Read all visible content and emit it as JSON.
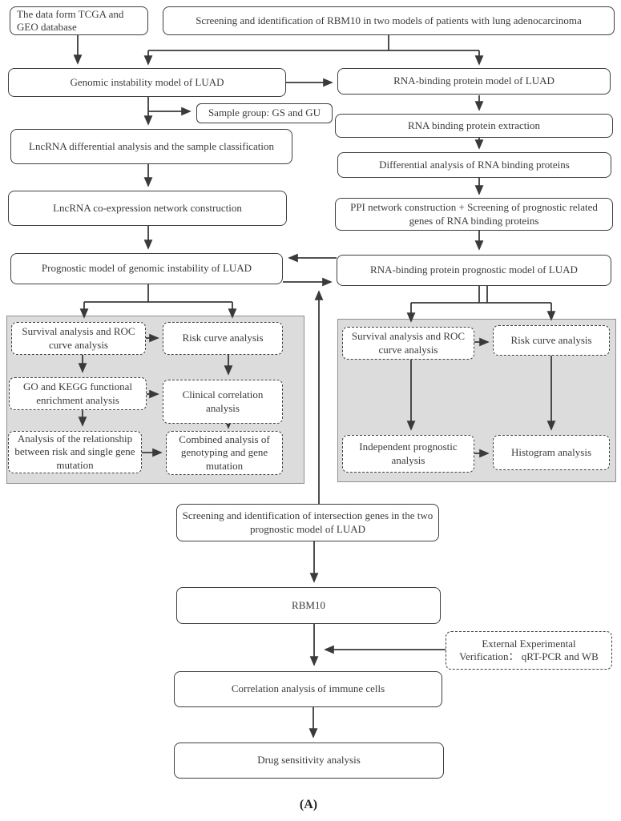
{
  "caption": "(A)",
  "nodes": {
    "tcga": "The data form TCGA and GEO database",
    "header": "Screening and identification of RBM10 in two models of patients with lung adenocarcinoma",
    "genomic_model": "Genomic instability model of LUAD",
    "rbp_model": "RNA-binding protein model of LUAD",
    "sample_group": "Sample group: GS and GU",
    "lnc_diff": "LncRNA differential analysis and the sample classification",
    "lnc_coexp": "LncRNA co-expression network construction",
    "rbp_extract": "RNA binding protein extraction",
    "rbp_diff": "Differential analysis of RNA binding proteins",
    "ppi": "PPI network construction + Screening of prognostic related genes of RNA binding proteins",
    "prog_genomic": "Prognostic model of genomic instability of LUAD",
    "prog_rbp": "RNA-binding protein prognostic model of LUAD",
    "left_panel": {
      "survival_roc": "Survival analysis and ROC curve analysis",
      "risk_curve": "Risk curve analysis",
      "go_kegg": "GO and KEGG functional enrichment analysis",
      "clinical_corr": "Clinical correlation analysis",
      "risk_mutation": "Analysis of the relationship between risk and single gene mutation",
      "combined": "Combined analysis of genotyping and gene mutation"
    },
    "right_panel": {
      "survival_roc": "Survival analysis and ROC curve analysis",
      "risk_curve": "Risk curve analysis",
      "independent": "Independent prognostic analysis",
      "histogram": "Histogram analysis"
    },
    "intersect": "Screening and identification of intersection genes in the two prognostic model of LUAD",
    "rbm10": "RBM10",
    "ext_verif_line1": "External Experimental",
    "ext_verif_line2": "Verification：  qRT-PCR and WB",
    "immune": "Correlation analysis of immune cells",
    "drug": "Drug sensitivity analysis"
  }
}
